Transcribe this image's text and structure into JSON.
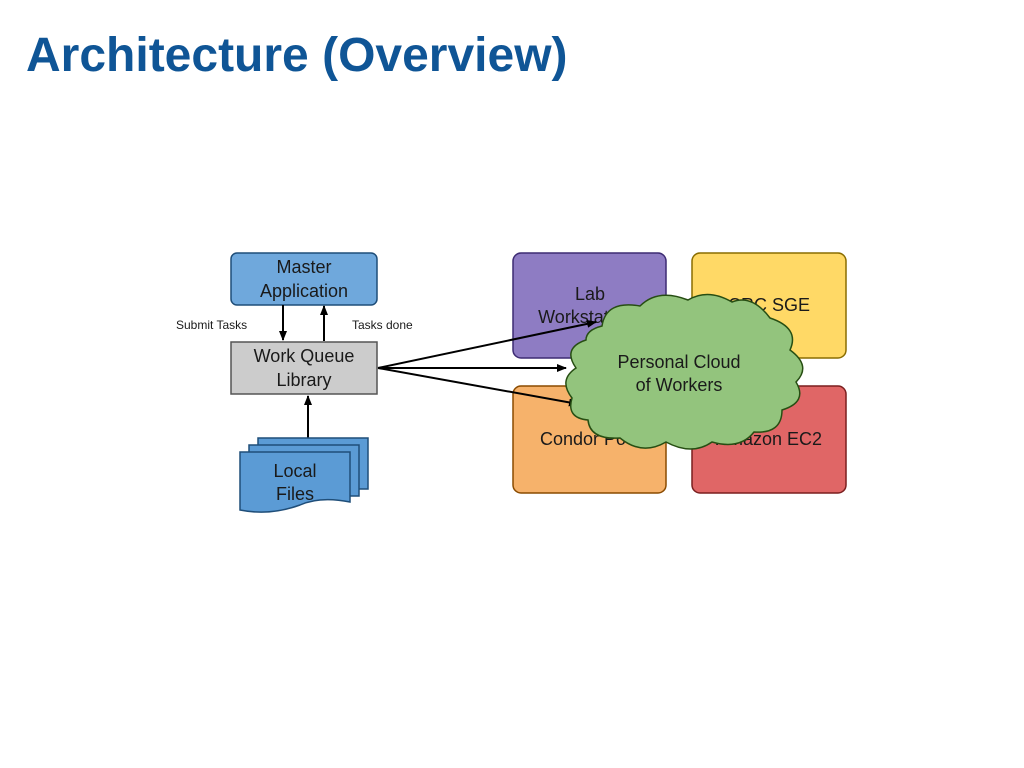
{
  "slide": {
    "title": "Architecture (Overview)"
  },
  "diagram": {
    "master": {
      "line1": "Master",
      "line2": "Application"
    },
    "library": {
      "line1": "Work Queue",
      "line2": "Library"
    },
    "files": {
      "line1": "Local",
      "line2": "Files"
    },
    "edges": {
      "submit": "Submit Tasks",
      "done": "Tasks done"
    },
    "lab": {
      "line1": "Lab",
      "line2": "Workstations"
    },
    "crc": {
      "label": "CRC SGE"
    },
    "condor": {
      "label": "Condor Pool"
    },
    "ec2": {
      "label": "Amazon EC2"
    },
    "cloud": {
      "line1": "Personal Cloud",
      "line2": "of Workers"
    },
    "colors": {
      "title": "#0f5596",
      "master": "#6fa8dc",
      "library": "#cccccc",
      "files": "#5b9bd5",
      "lab": "#8e7cc3",
      "crc": "#ffd966",
      "condor": "#f6b26b",
      "ec2": "#e06666",
      "cloud": "#93c47d"
    }
  }
}
